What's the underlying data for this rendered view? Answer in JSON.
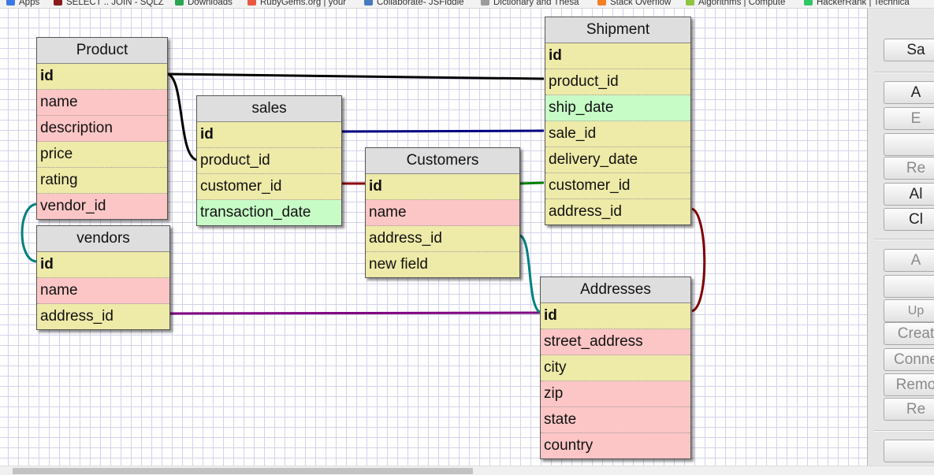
{
  "bookmarks": [
    {
      "label": "Apps",
      "icon": "apps-grid-icon",
      "color": "#3b78e7"
    },
    {
      "label": "SELECT .. JOIN - SQLZ",
      "icon": "sqlzoo-icon",
      "color": "#8b1a1a"
    },
    {
      "label": "Downloads",
      "icon": "drive-icon",
      "color": "#2aa44f"
    },
    {
      "label": "RubyGems.org | your",
      "icon": "rubygems-icon",
      "color": "#e9573f"
    },
    {
      "label": "Collaborate- JSFiddle",
      "icon": "jsfiddle-icon",
      "color": "#4679bd"
    },
    {
      "label": "Dictionary and Thesa",
      "icon": "dictionary-icon",
      "color": "#9c9c9c"
    },
    {
      "label": "Stack Overflow",
      "icon": "stackoverflow-icon",
      "color": "#f48024"
    },
    {
      "label": "Algorithms | Compute",
      "icon": "leaf-icon",
      "color": "#8dc63f"
    },
    {
      "label": "HackerRank | Technica",
      "icon": "hackerrank-icon",
      "color": "#2ec866"
    }
  ],
  "tables": {
    "product": {
      "title": "Product",
      "fields": [
        {
          "name": "id",
          "pk": true,
          "color": "yellow"
        },
        {
          "name": "name",
          "pk": false,
          "color": "pink"
        },
        {
          "name": "description",
          "pk": false,
          "color": "pink"
        },
        {
          "name": "price",
          "pk": false,
          "color": "yellow"
        },
        {
          "name": "rating",
          "pk": false,
          "color": "yellow"
        },
        {
          "name": "vendor_id",
          "pk": false,
          "color": "pink"
        }
      ]
    },
    "vendors": {
      "title": "vendors",
      "fields": [
        {
          "name": "id",
          "pk": true,
          "color": "yellow"
        },
        {
          "name": "name",
          "pk": false,
          "color": "pink"
        },
        {
          "name": "address_id",
          "pk": false,
          "color": "yellow"
        }
      ]
    },
    "sales": {
      "title": "sales",
      "fields": [
        {
          "name": "id",
          "pk": true,
          "color": "yellow"
        },
        {
          "name": "product_id",
          "pk": false,
          "color": "yellow"
        },
        {
          "name": "customer_id",
          "pk": false,
          "color": "yellow"
        },
        {
          "name": "transaction_date",
          "pk": false,
          "color": "green"
        }
      ]
    },
    "customers": {
      "title": "Customers",
      "fields": [
        {
          "name": "id",
          "pk": true,
          "color": "yellow"
        },
        {
          "name": "name",
          "pk": false,
          "color": "pink"
        },
        {
          "name": "address_id",
          "pk": false,
          "color": "yellow"
        },
        {
          "name": "new field",
          "pk": false,
          "color": "yellow"
        }
      ]
    },
    "shipment": {
      "title": "Shipment",
      "fields": [
        {
          "name": "id",
          "pk": true,
          "color": "yellow"
        },
        {
          "name": "product_id",
          "pk": false,
          "color": "yellow"
        },
        {
          "name": "ship_date",
          "pk": false,
          "color": "green"
        },
        {
          "name": "sale_id",
          "pk": false,
          "color": "yellow"
        },
        {
          "name": "delivery_date",
          "pk": false,
          "color": "yellow"
        },
        {
          "name": "customer_id",
          "pk": false,
          "color": "yellow"
        },
        {
          "name": "address_id",
          "pk": false,
          "color": "yellow"
        }
      ]
    },
    "addresses": {
      "title": "Addresses",
      "fields": [
        {
          "name": "id",
          "pk": true,
          "color": "yellow"
        },
        {
          "name": "street_address",
          "pk": false,
          "color": "pink"
        },
        {
          "name": "city",
          "pk": false,
          "color": "yellow"
        },
        {
          "name": "zip",
          "pk": false,
          "color": "pink"
        },
        {
          "name": "state",
          "pk": false,
          "color": "pink"
        },
        {
          "name": "country",
          "pk": false,
          "color": "pink"
        }
      ]
    }
  },
  "relations": [
    {
      "from": "Product.id",
      "to": "Shipment.product_id",
      "color": "#000000"
    },
    {
      "from": "Product.id",
      "to": "sales.product_id",
      "color": "#000000"
    },
    {
      "from": "sales.id",
      "to": "Shipment.sale_id",
      "color": "#000080"
    },
    {
      "from": "sales.customer_id",
      "to": "Customers.id",
      "color": "#8b0000"
    },
    {
      "from": "Customers.id",
      "to": "Shipment.customer_id",
      "color": "#008000"
    },
    {
      "from": "Product.vendor_id",
      "to": "vendors.id",
      "color": "#008080"
    },
    {
      "from": "vendors.address_id",
      "to": "Addresses.id",
      "color": "#800080"
    },
    {
      "from": "Customers.address_id",
      "to": "Addresses.id",
      "color": "#008080"
    },
    {
      "from": "Shipment.address_id",
      "to": "Addresses.id",
      "color": "#800000"
    }
  ],
  "toolbar": {
    "buttons": [
      {
        "label": "Sa",
        "disabled": false
      },
      {
        "label": "A",
        "disabled": false
      },
      {
        "label": "E",
        "disabled": true
      },
      {
        "label": "",
        "disabled": true
      },
      {
        "label": "Re",
        "disabled": true
      },
      {
        "label": "Al",
        "disabled": false
      },
      {
        "label": "Cl",
        "disabled": false
      },
      {
        "label": "A",
        "disabled": true
      },
      {
        "label": "",
        "disabled": true
      },
      {
        "label": "Up",
        "disabled": true
      },
      {
        "label": "Creat",
        "disabled": true
      },
      {
        "label": "Conne",
        "disabled": true
      },
      {
        "label": "Remo",
        "disabled": true
      },
      {
        "label": "Re",
        "disabled": true
      },
      {
        "label": "",
        "disabled": false
      }
    ]
  },
  "colors": {
    "yellow": "#eeeaa8",
    "pink": "#fdc6c6",
    "green": "#c8fcc7",
    "grid": "#d3d3ec"
  }
}
